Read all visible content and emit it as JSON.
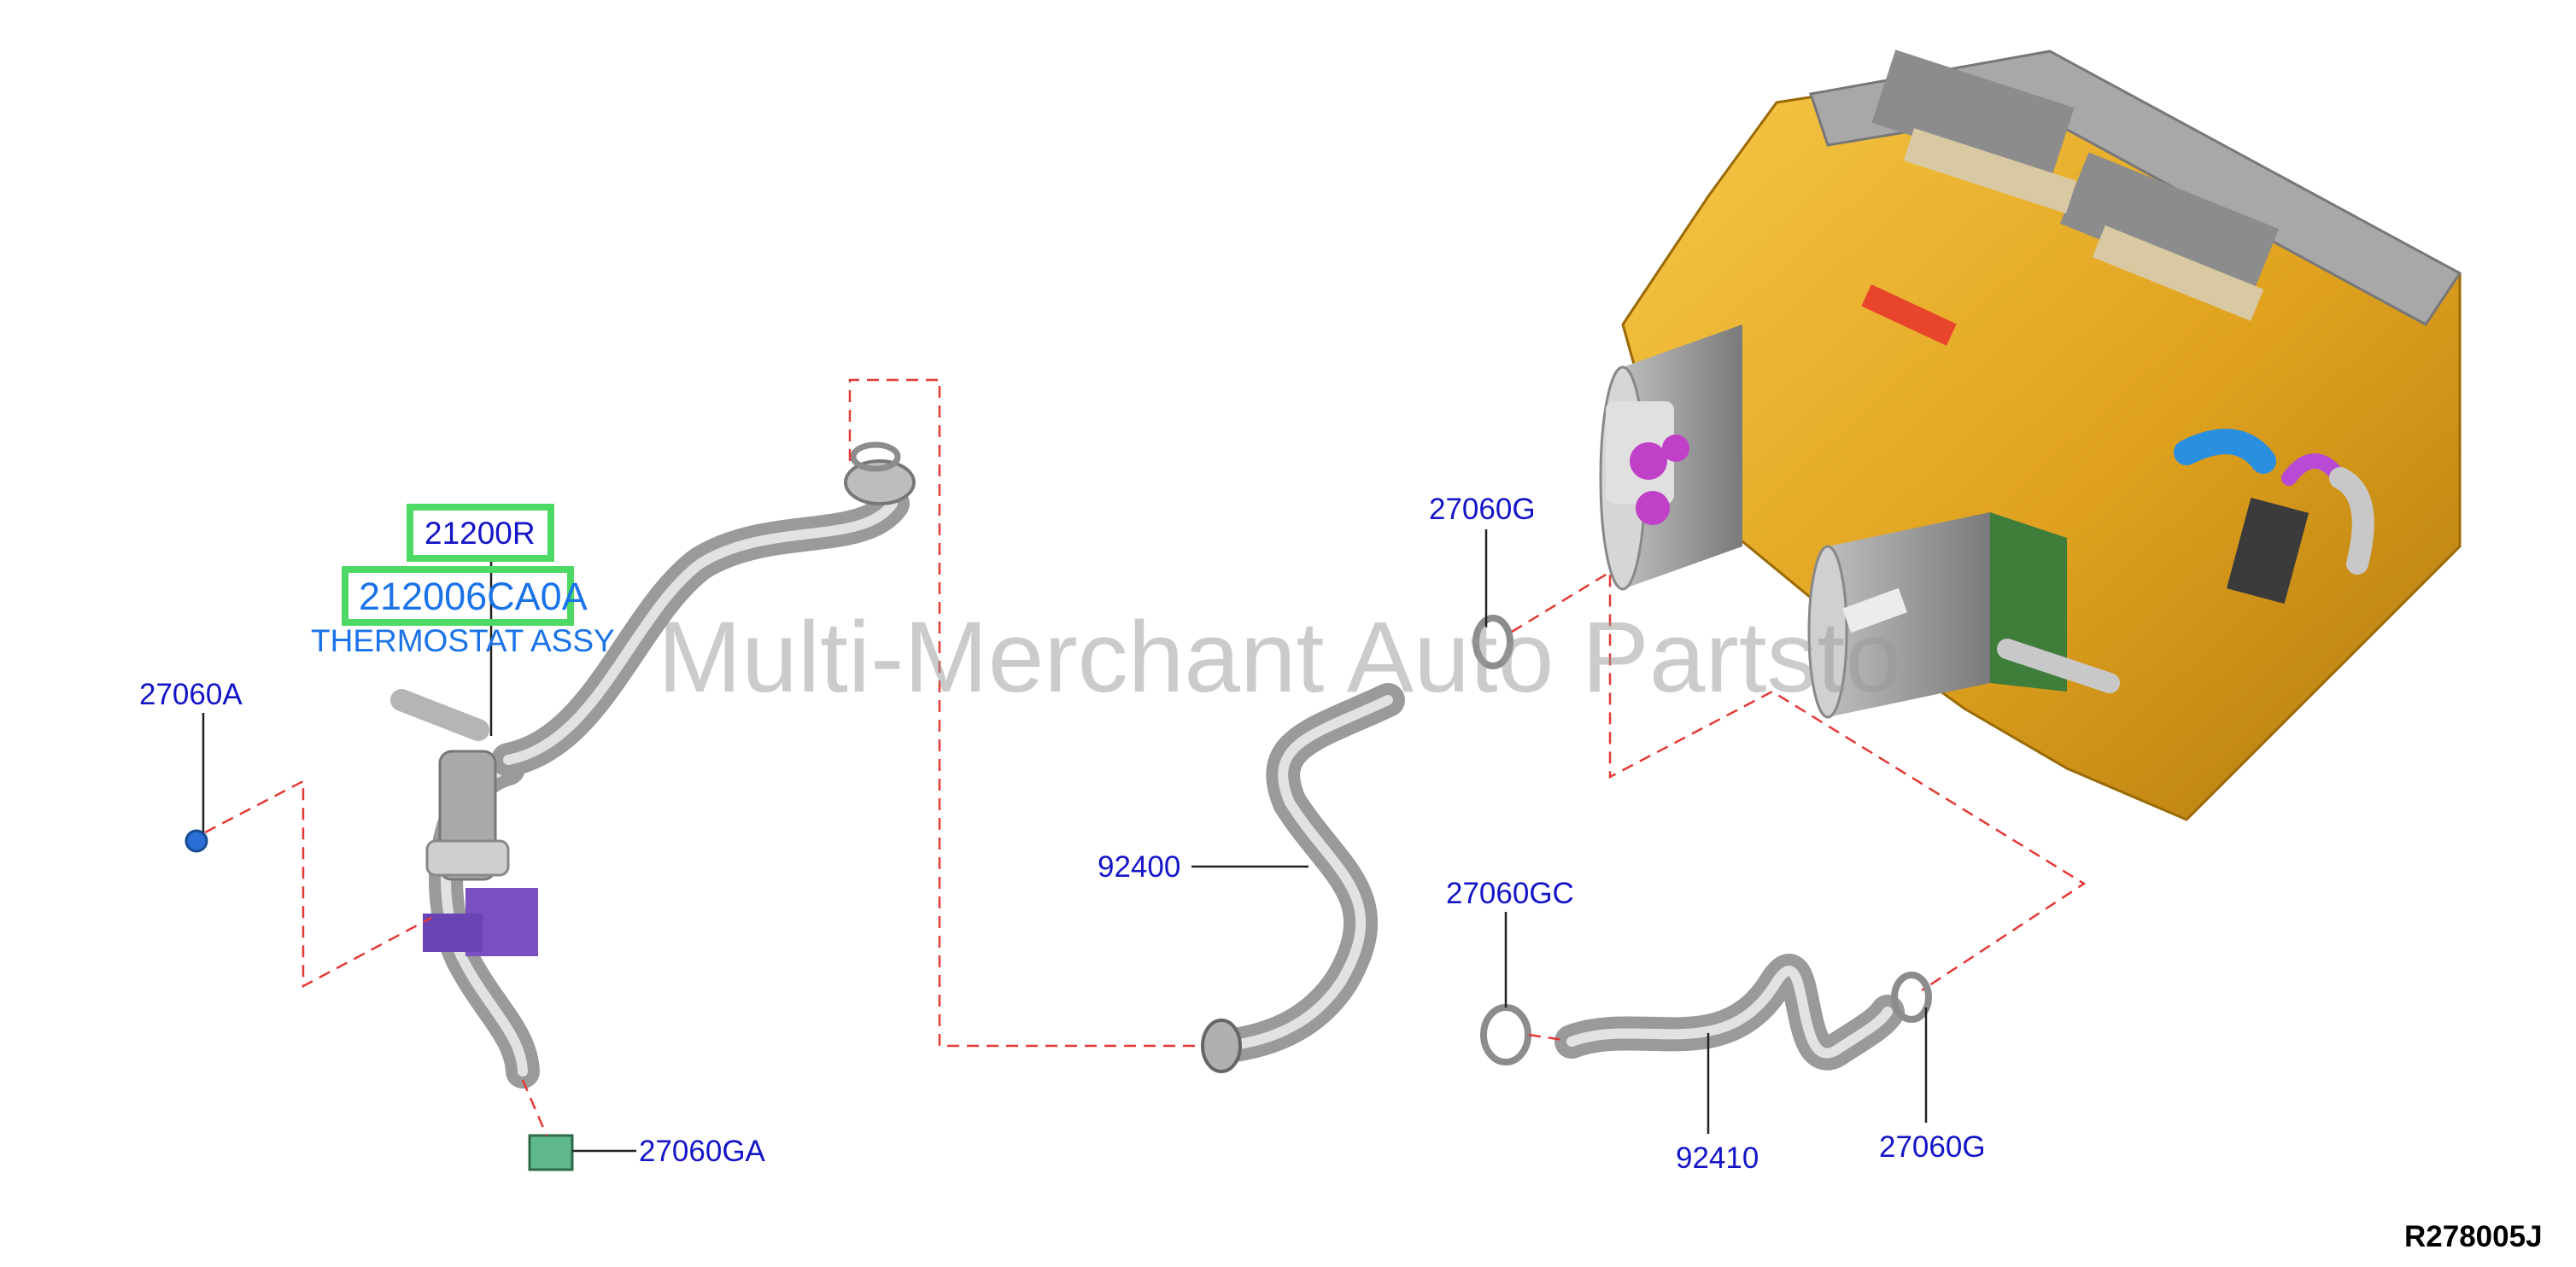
{
  "diagram": {
    "reference_code": "R278005J",
    "watermark": "Multi-Merchant Auto Partsto",
    "highlight_box_color": "#4cd964",
    "part_label_color": "#1515c8",
    "description_color": "#1a73e8",
    "callout_line_color": "#e53935",
    "highlighted_part": {
      "code": "21200R",
      "part_number": "212006CA0A",
      "description": "THERMOSTAT ASSY"
    },
    "parts": [
      {
        "code": "27060A"
      },
      {
        "code": "27060GA"
      },
      {
        "code": "92400"
      },
      {
        "code": "27060G"
      },
      {
        "code": "27060GC"
      },
      {
        "code": "92410"
      },
      {
        "code": "27060G"
      }
    ]
  }
}
